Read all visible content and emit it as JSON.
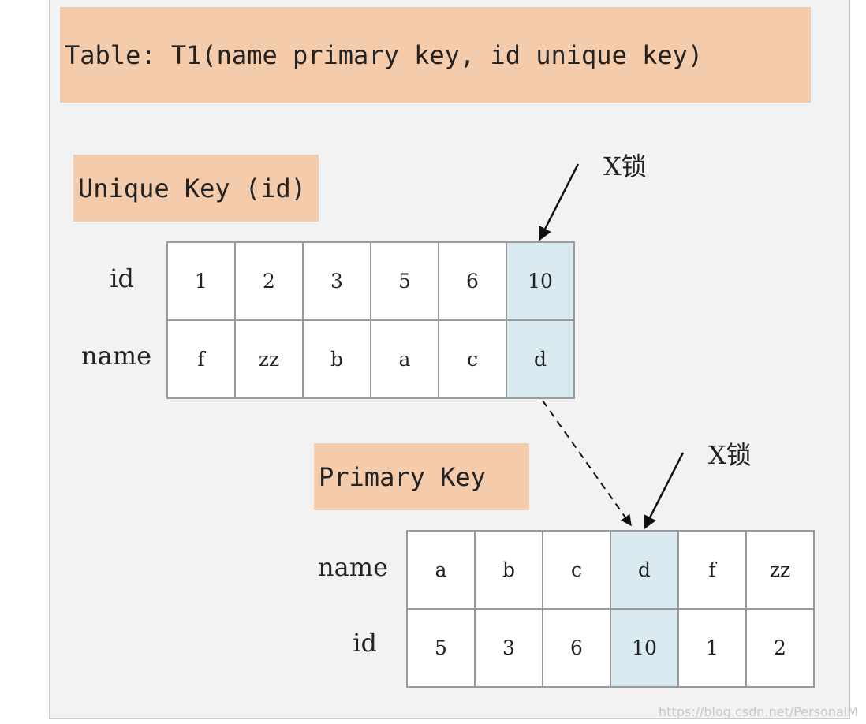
{
  "title": "Table: T1(name primary key, id unique key)",
  "unique_key": {
    "label": "Unique Key (id)",
    "rows": [
      {
        "label": "id",
        "cells": [
          "1",
          "2",
          "3",
          "5",
          "6",
          "10"
        ]
      },
      {
        "label": "name",
        "cells": [
          "f",
          "zz",
          "b",
          "a",
          "c",
          "d"
        ]
      }
    ],
    "locked_column": 5,
    "lock_label": "X锁"
  },
  "primary_key": {
    "label": "Primary Key",
    "rows": [
      {
        "label": "name",
        "cells": [
          "a",
          "b",
          "c",
          "d",
          "f",
          "zz"
        ]
      },
      {
        "label": "id",
        "cells": [
          "5",
          "3",
          "6",
          "10",
          "1",
          "2"
        ]
      }
    ],
    "locked_column": 3,
    "lock_label": "X锁"
  },
  "watermark": "https://blog.csdn.net/PersonalM",
  "colors": {
    "label_fill": "#f4cbab",
    "highlight_fill": "#d9eaf0",
    "background": "#f2f2f2",
    "grid_line": "#9a9a9a"
  }
}
